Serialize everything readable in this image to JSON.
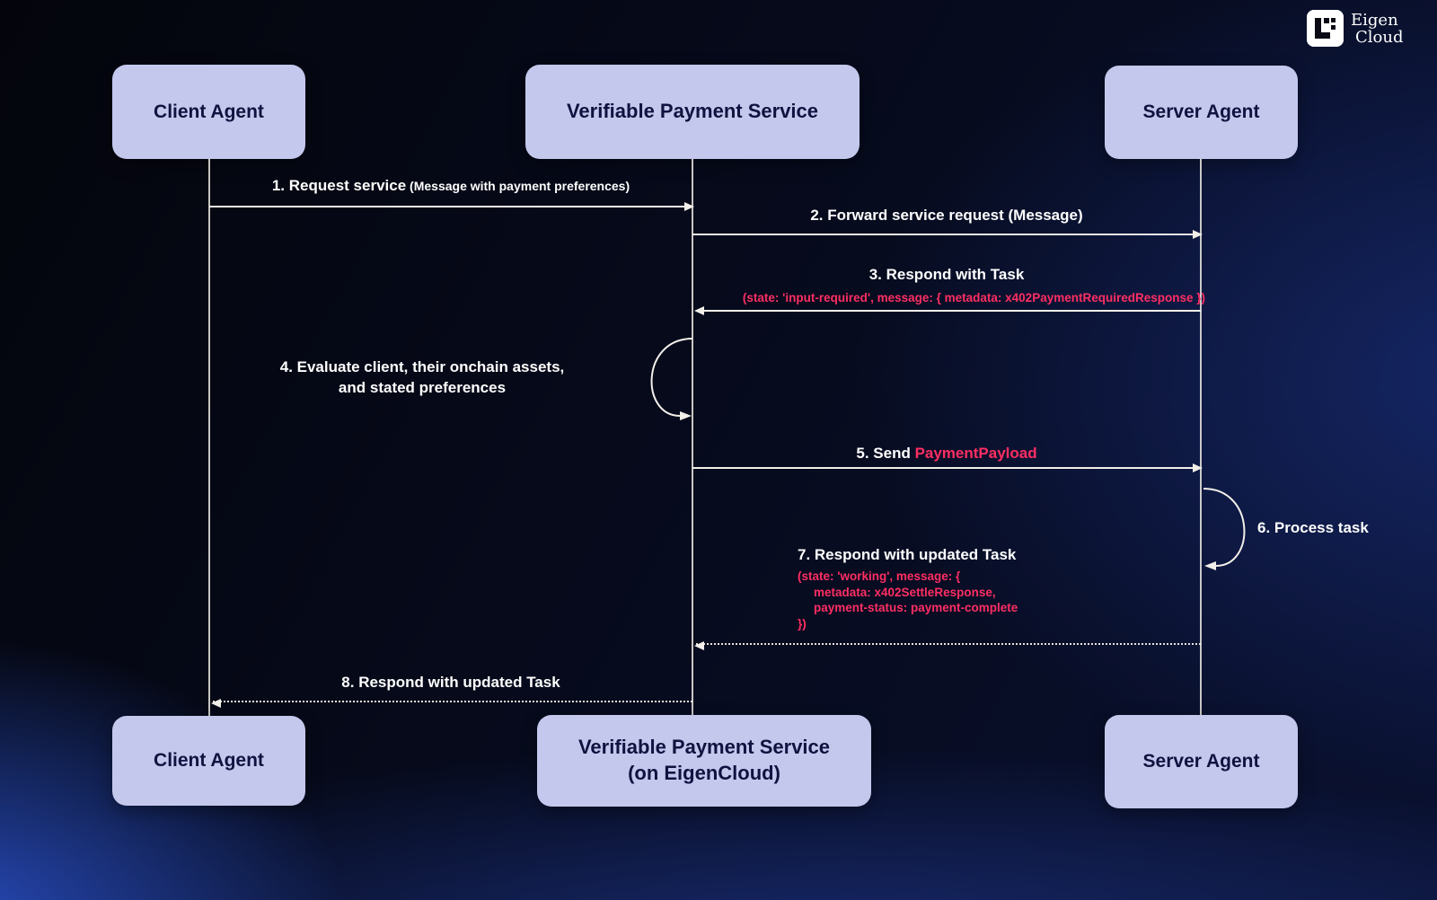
{
  "brand": {
    "line1": "Eigen",
    "line2": "Cloud"
  },
  "participants": {
    "client_top": "Client Agent",
    "vps_top": "Verifiable Payment Service",
    "server_top": "Server Agent",
    "client_bottom": "Client Agent",
    "vps_bottom_line1": "Verifiable Payment Service",
    "vps_bottom_line2": "(on EigenCloud)",
    "server_bottom": "Server Agent"
  },
  "steps": {
    "s1": {
      "title": "1. Request service",
      "suffix": " (Message with payment preferences)"
    },
    "s2": {
      "title": "2. Forward service request (Message)"
    },
    "s3": {
      "title": "3. Respond with Task",
      "detail": "(state: 'input-required', message: { metadata: x402PaymentRequiredResponse })"
    },
    "s4": {
      "line1": "4. Evaluate client, their onchain assets,",
      "line2": "and stated preferences"
    },
    "s5": {
      "prefix": "5. Send ",
      "highlight": "PaymentPayload"
    },
    "s6": {
      "title": "6. Process task"
    },
    "s7": {
      "title": "7. Respond with updated Task",
      "code_line1": "(state: 'working', message: {",
      "code_line2": "metadata: x402SettleResponse,",
      "code_line3": "payment-status: payment-complete",
      "code_line4": "})"
    },
    "s8": {
      "title": "8. Respond with updated Task"
    }
  },
  "colors": {
    "accent_pink": "#FF2E63",
    "box_fill": "#C4C8ED",
    "box_text": "#10123F",
    "line": "#F2EFE9"
  }
}
